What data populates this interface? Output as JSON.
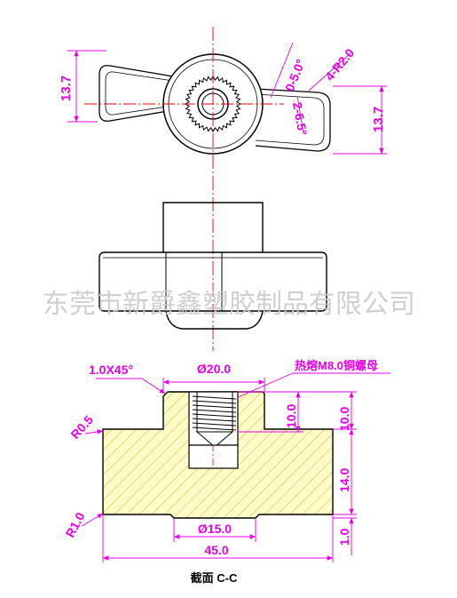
{
  "watermark": "东莞市新爵鑫塑胶制品有限公司",
  "top_view": {
    "dim_left_height": "13.7",
    "dim_right_height": "13.7",
    "dim_angle_top": "0-5.0°",
    "dim_radius": "4-R2.0",
    "dim_angle_mid": "2-6.5°"
  },
  "section_view": {
    "chamfer": "1.0X45°",
    "top_diameter": "Ø20.0",
    "insert_label": "热熔M8.0铜螺母",
    "thread_depth": "10.0",
    "upper_height": "10.0",
    "fillet_upper": "R0.5",
    "lower_height": "14.0",
    "fillet_lower": "R1.0",
    "bottom_diameter": "Ø15.0",
    "bottom_step": "1.0",
    "overall_width": "45.0",
    "section_label": "截面 C-C"
  },
  "colors": {
    "outline": "#000000",
    "dimension": "#e600e6",
    "centerline": "#e60000",
    "hatch": "#d6cc5a",
    "hatch_fill": "#fffcc8"
  }
}
